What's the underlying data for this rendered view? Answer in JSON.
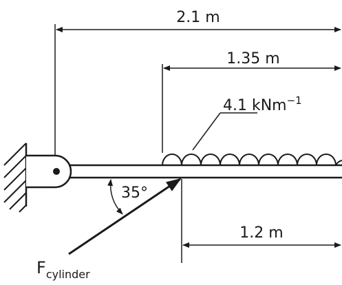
{
  "dimensions": {
    "overall_length": "2.1 m",
    "load_length": "1.35 m",
    "cylinder_offset": "1.2 m"
  },
  "load": {
    "magnitude": "4.1 kNm",
    "unit_exponent": "−1"
  },
  "angle": "35°",
  "force": {
    "symbol": "F",
    "subscript": "cylinder"
  }
}
